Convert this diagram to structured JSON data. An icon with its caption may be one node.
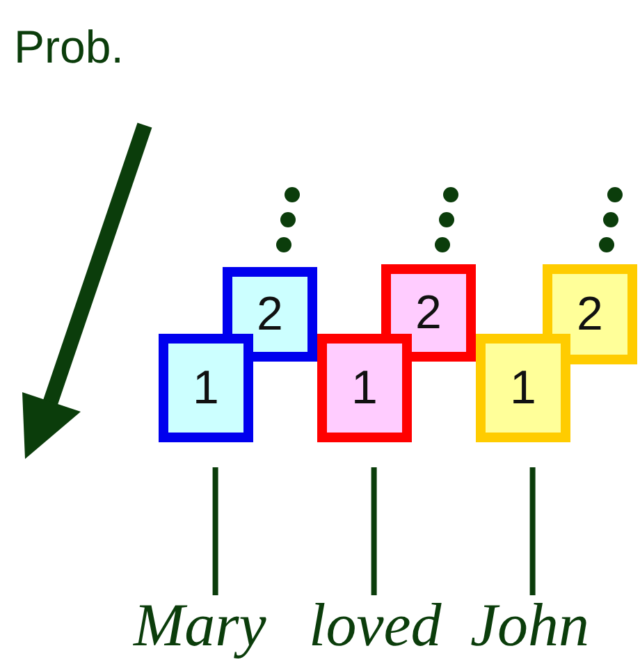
{
  "diagram": {
    "nodes": [
      {
        "text": [
          "2"
        ]
      },
      {
        "text": [
          "1"
        ]
      },
      {
        "text": [
          "2"
        ]
      },
      {
        "text": [
          "1"
        ]
      },
      {
        "text": [
          "2"
        ]
      },
      {
        "text": [
          "1"
        ]
      },
      {
        "text": [
          "Mary"
        ]
      },
      {
        "text": [
          "loved"
        ]
      },
      {
        "text": [
          "John"
        ]
      }
    ],
    "edges": [
      {
        "from": 1,
        "to": 6,
        "arrow": "none"
      },
      {
        "from": 3,
        "to": 7,
        "arrow": "none"
      },
      {
        "from": 5,
        "to": 8,
        "arrow": "none"
      }
    ],
    "labels": [
      "Prob."
    ]
  }
}
